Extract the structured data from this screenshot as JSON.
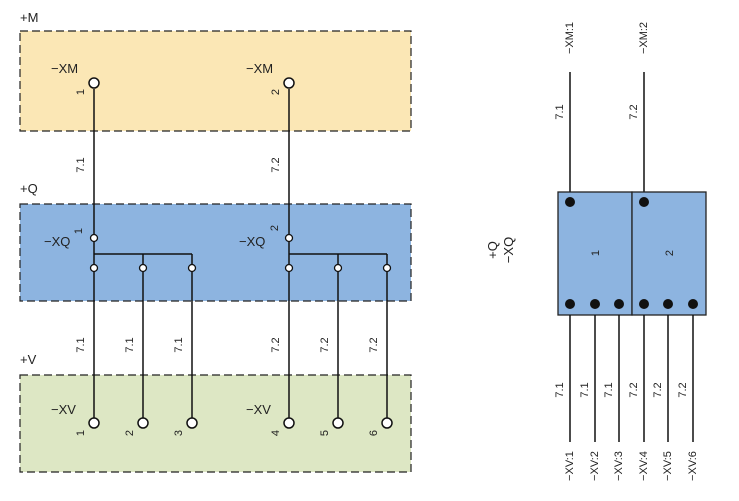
{
  "zones": {
    "m": {
      "label": "+M",
      "color": "#fbe7b5"
    },
    "q": {
      "label": "+Q",
      "color": "#8db4e0"
    },
    "v": {
      "label": "+V",
      "color": "#dde7c4"
    }
  },
  "xm": {
    "designation": "−XM",
    "terminals": [
      {
        "number": "1",
        "wire": "7.1"
      },
      {
        "number": "2",
        "wire": "7.2"
      }
    ]
  },
  "xq": {
    "designation": "−XQ",
    "terminals": [
      {
        "number": "1",
        "branch_wires": [
          "7.1",
          "7.1",
          "7.1"
        ]
      },
      {
        "number": "2",
        "branch_wires": [
          "7.2",
          "7.2",
          "7.2"
        ]
      }
    ]
  },
  "xv": {
    "designation": "−XV",
    "terminals": [
      "1",
      "2",
      "3",
      "4",
      "5",
      "6"
    ]
  },
  "terminal_block": {
    "designation_line1": "+Q",
    "designation_line2": "−XQ",
    "fill": "#8db4e0",
    "sections": [
      {
        "label": "1"
      },
      {
        "label": "2"
      }
    ],
    "top_connections": [
      {
        "ref": "−XM:1",
        "wire": "7.1"
      },
      {
        "ref": "−XM:2",
        "wire": "7.2"
      }
    ],
    "bottom_connections": [
      {
        "ref": "−XV:1",
        "wire": "7.1"
      },
      {
        "ref": "−XV:2",
        "wire": "7.1"
      },
      {
        "ref": "−XV:3",
        "wire": "7.1"
      },
      {
        "ref": "−XV:4",
        "wire": "7.2"
      },
      {
        "ref": "−XV:5",
        "wire": "7.2"
      },
      {
        "ref": "−XV:6",
        "wire": "7.2"
      }
    ]
  }
}
